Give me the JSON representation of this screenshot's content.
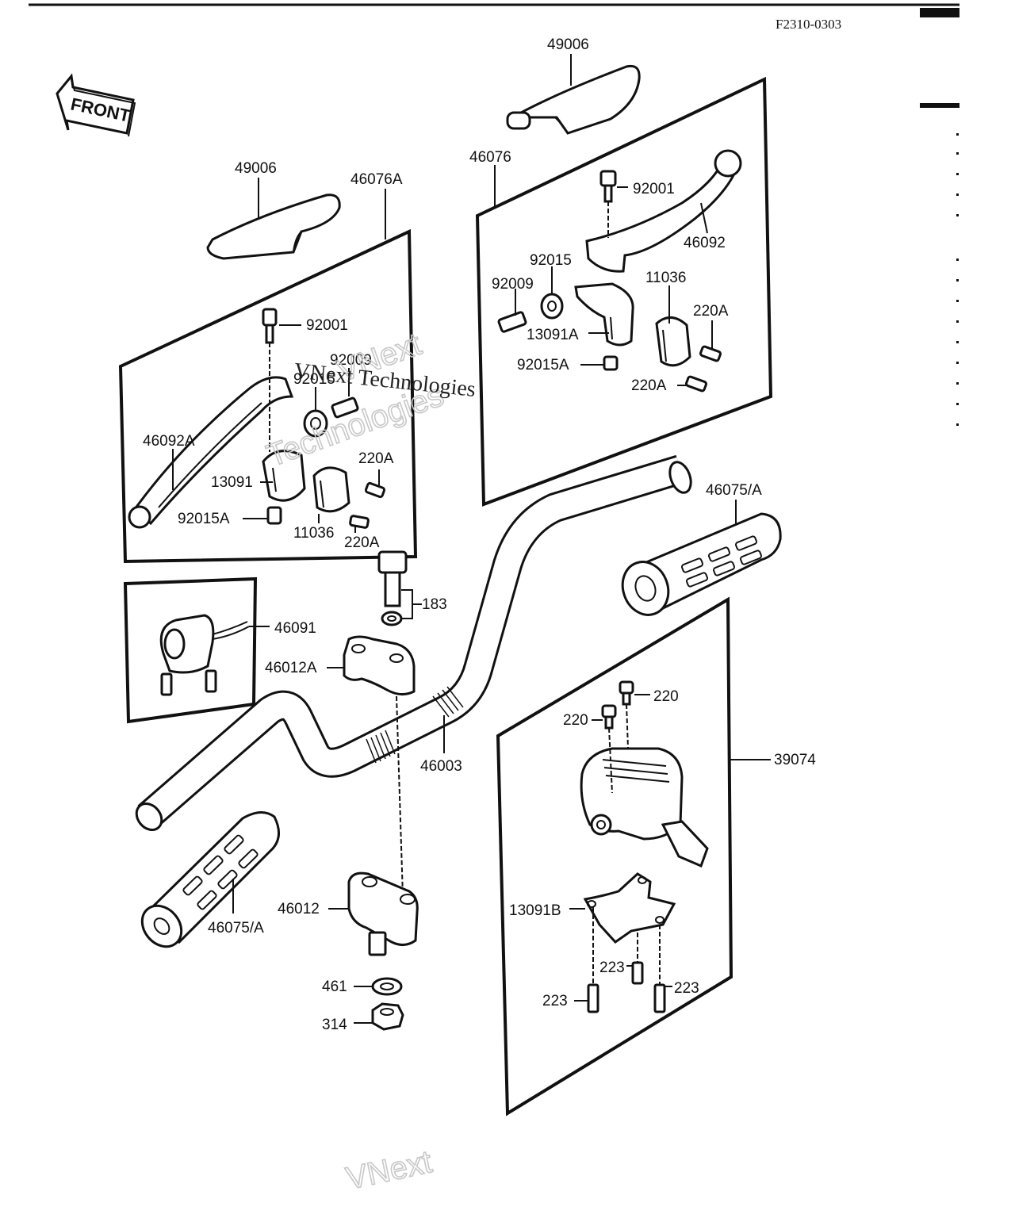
{
  "drawing_code": "F2310-0303",
  "front_marker": "FRONT",
  "watermark": {
    "line1": "VNext",
    "line2": "Technologies",
    "overlay": "VNext Technologies",
    "bottom": "VNext"
  },
  "labels": {
    "grip_cover_right": "49006",
    "grip_cover_left": "49006",
    "lever_assy_left": "46076A",
    "lever_assy_right": "46076",
    "bolt_right": "92001",
    "lever_right": "46092",
    "collar_right": "92015",
    "screw_right": "92009",
    "holder_right": "11036",
    "bracket_right": "13091A",
    "screw_220a_right_top": "220A",
    "nut_right": "92015A",
    "screw_220a_right_bottom": "220A",
    "bolt_left": "92001",
    "screw_left": "92009",
    "collar_left": "92015",
    "lever_left": "46092A",
    "screw_220a_left_top": "220A",
    "bracket_left": "13091",
    "nut_left": "92015A",
    "holder_left": "11036",
    "screw_220a_left_bottom": "220A",
    "grip_right": "46075/A",
    "bolt_183": "183",
    "switch": "46091",
    "clamp_upper": "46012A",
    "screw_220_top": "220",
    "screw_220_second": "220",
    "handlebar": "46003",
    "throttle_case": "39074",
    "clamp_lower": "46012",
    "grip_left": "46075/A",
    "bracket_throttle": "13091B",
    "screw_223_middle": "223",
    "screw_223_right": "223",
    "screw_223_left": "223",
    "washer": "461",
    "nut": "314"
  }
}
